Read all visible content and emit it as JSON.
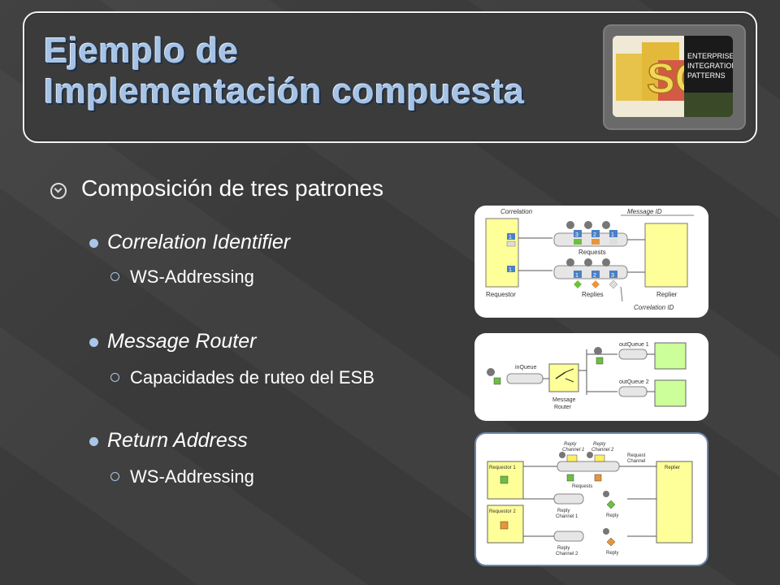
{
  "title": {
    "line1": "Ejemplo de",
    "line2": "Implementación compuesta"
  },
  "logo": {
    "block_letters": "SO",
    "book_lines": [
      "ENTERPRISE",
      "INTEGRATION",
      "PATTERNS"
    ]
  },
  "content": {
    "heading": "Composición de tres patrones",
    "items": [
      {
        "label": "Correlation Identifier",
        "sub": "WS-Addressing"
      },
      {
        "label": "Message Router",
        "sub": "Capacidades de ruteo del ESB"
      },
      {
        "label": "Return Address",
        "sub": "WS-Addressing"
      }
    ]
  },
  "diagram1": {
    "correlation": "Correlation",
    "message_id": "Message ID",
    "requests": "Requests",
    "replies": "Replies",
    "requestor": "Requestor",
    "replier": "Replier",
    "correlation_id": "Correlation ID",
    "n1": "1",
    "n2": "2",
    "n3": "3"
  },
  "diagram2": {
    "in_queue": "inQueue",
    "out_queue_1": "outQueue 1",
    "out_queue_2": "outQueue 2",
    "router_l1": "Message",
    "router_l2": "Router"
  },
  "diagram3": {
    "reply_ch1_l1": "Reply",
    "reply_ch1_l2": "Channel 1",
    "reply_ch2_l1": "Reply",
    "reply_ch2_l2": "Channel 2",
    "request_l1": "Request",
    "request_l2": "Channel",
    "requestor1": "Requestor 1",
    "requestor2": "Requestor 2",
    "replier": "Replier",
    "requests": "Requests",
    "reply": "Reply"
  },
  "colors": {
    "title": "#a6c3e6",
    "accent": "#a9c6e8",
    "background": "#3a3a3a",
    "box_fill": "#ffff99"
  }
}
